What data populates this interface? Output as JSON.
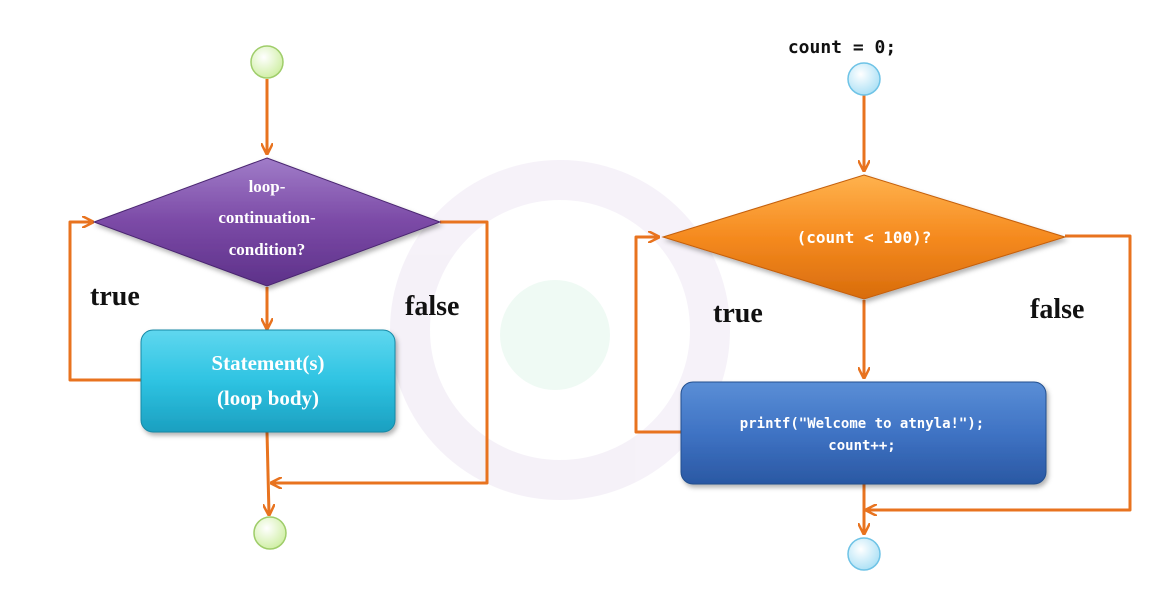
{
  "left_flow": {
    "condition_lines": [
      "loop-",
      "continuation-",
      "condition?"
    ],
    "body_lines": [
      "Statement(s)",
      "(loop body)"
    ],
    "true_label": "true",
    "false_label": "false"
  },
  "right_flow": {
    "init_label": "count = 0;",
    "condition": "(count < 100)?",
    "body_lines": [
      "printf(\"Welcome to atnyla!\");",
      "count++;"
    ],
    "true_label": "true",
    "false_label": "false"
  },
  "colors": {
    "arrow": "#e8731f",
    "terminal_left": "#e6f7c4",
    "terminal_right": "#c7ebf8",
    "left_diamond": "#7b4aa6",
    "left_box": "#2ec3e2",
    "right_diamond": "#f58a1f",
    "right_box": "#3f73c4"
  }
}
